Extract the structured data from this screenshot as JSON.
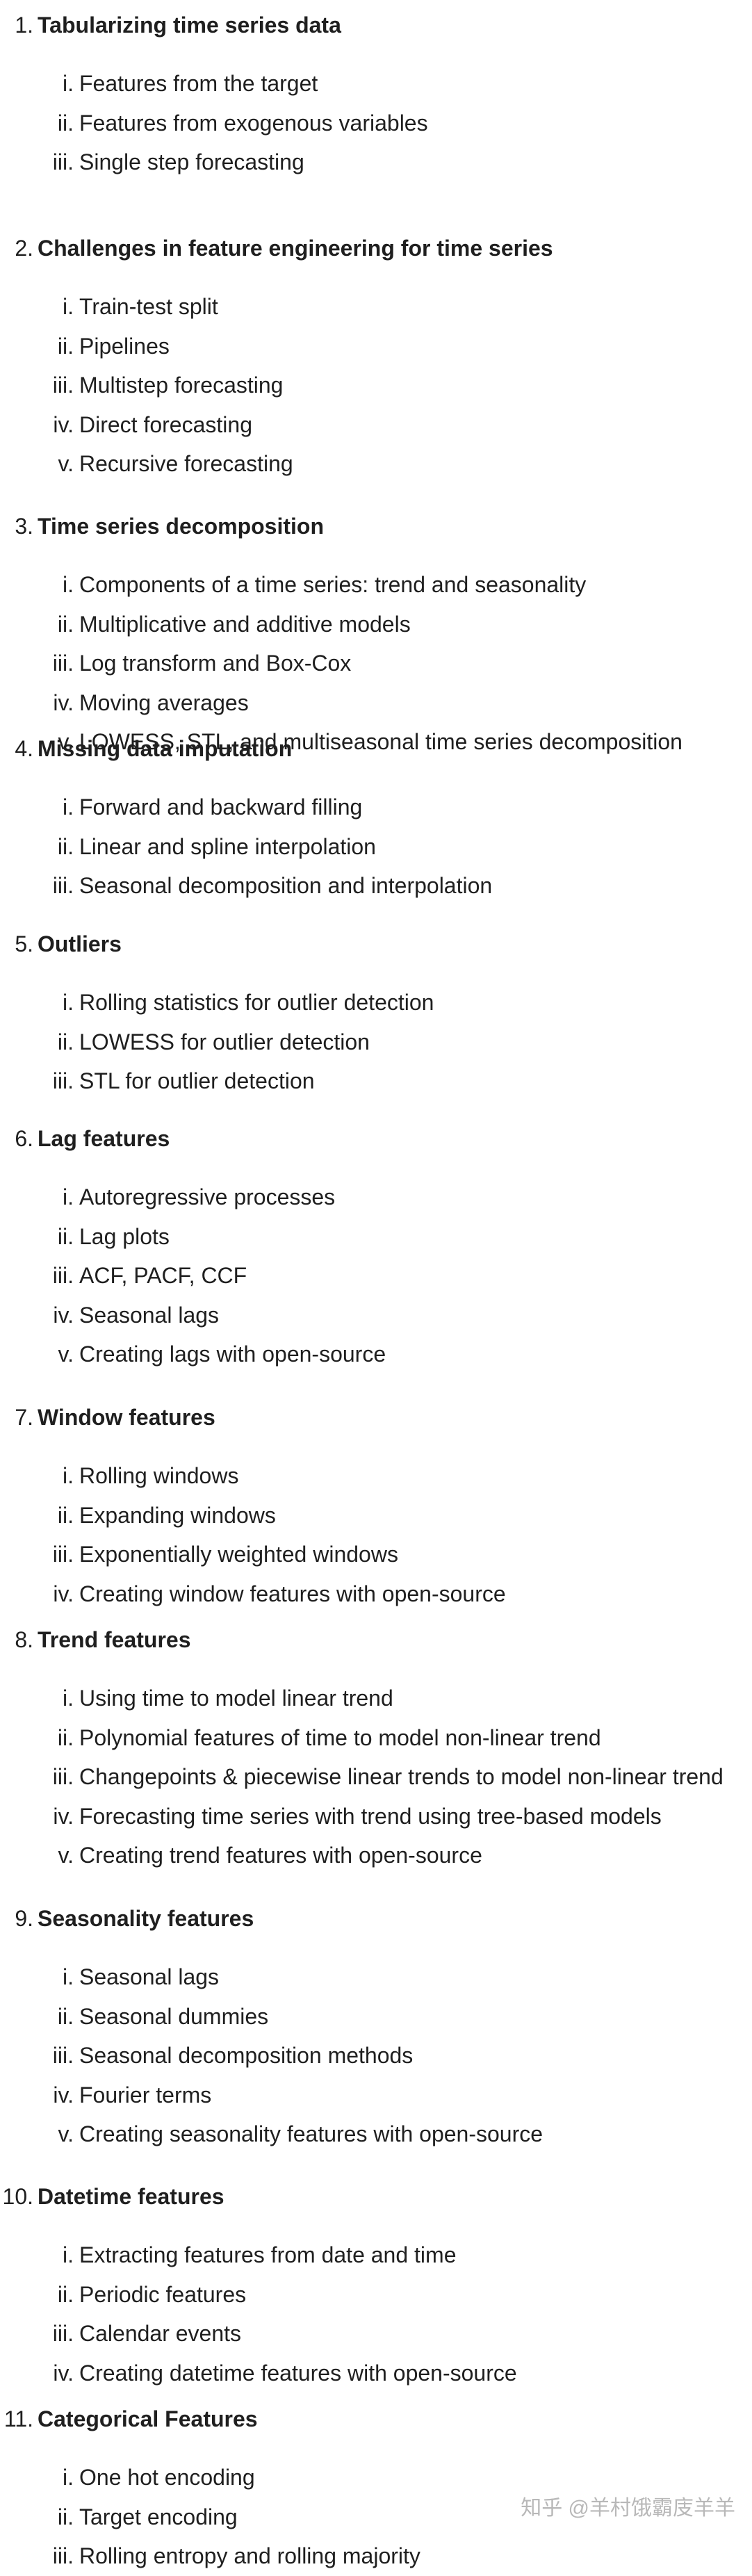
{
  "sections": [
    {
      "number": "1.",
      "title": "Tabularizing time series data",
      "items": [
        {
          "number": "i.",
          "text": "Features from the target"
        },
        {
          "number": "ii.",
          "text": "Features from exogenous variables"
        },
        {
          "number": "iii.",
          "text": "Single step forecasting"
        }
      ]
    },
    {
      "number": "2.",
      "title": "Challenges in feature engineering for time series",
      "items": [
        {
          "number": "i.",
          "text": "Train-test split"
        },
        {
          "number": "ii.",
          "text": "Pipelines"
        },
        {
          "number": "iii.",
          "text": "Multistep forecasting"
        },
        {
          "number": "iv.",
          "text": "Direct forecasting"
        },
        {
          "number": "v.",
          "text": "Recursive forecasting"
        }
      ]
    },
    {
      "number": "3.",
      "title": "Time series decomposition",
      "items": [
        {
          "number": "i.",
          "text": "Components of a time series: trend and seasonality"
        },
        {
          "number": "ii.",
          "text": "Multiplicative and additive models"
        },
        {
          "number": "iii.",
          "text": "Log transform and Box-Cox"
        },
        {
          "number": "iv.",
          "text": "Moving averages"
        },
        {
          "number": "v.",
          "text": "LOWESS, STL, and multiseasonal time series decomposition"
        }
      ]
    },
    {
      "number": "4.",
      "title": "Missing data imputation",
      "items": [
        {
          "number": "i.",
          "text": "Forward and backward filling"
        },
        {
          "number": "ii.",
          "text": "Linear and spline interpolation"
        },
        {
          "number": "iii.",
          "text": "Seasonal decomposition and interpolation"
        }
      ]
    },
    {
      "number": "5.",
      "title": "Outliers",
      "items": [
        {
          "number": "i.",
          "text": "Rolling statistics for outlier detection"
        },
        {
          "number": "ii.",
          "text": "LOWESS for outlier detection"
        },
        {
          "number": "iii.",
          "text": "STL for outlier detection"
        }
      ]
    },
    {
      "number": "6.",
      "title": "Lag features",
      "items": [
        {
          "number": "i.",
          "text": "Autoregressive processes"
        },
        {
          "number": "ii.",
          "text": "Lag plots"
        },
        {
          "number": "iii.",
          "text": "ACF, PACF, CCF"
        },
        {
          "number": "iv.",
          "text": "Seasonal lags"
        },
        {
          "number": "v.",
          "text": "Creating lags with open-source"
        }
      ]
    },
    {
      "number": "7.",
      "title": "Window features",
      "items": [
        {
          "number": "i.",
          "text": "Rolling windows"
        },
        {
          "number": "ii.",
          "text": "Expanding windows"
        },
        {
          "number": "iii.",
          "text": "Exponentially weighted windows"
        },
        {
          "number": "iv.",
          "text": "Creating window features with open-source"
        }
      ]
    },
    {
      "number": "8.",
      "title": "Trend features",
      "items": [
        {
          "number": "i.",
          "text": "Using time to model linear trend"
        },
        {
          "number": "ii.",
          "text": "Polynomial features of time to model non-linear trend"
        },
        {
          "number": "iii.",
          "text": "Changepoints & piecewise linear trends to model non-linear trend"
        },
        {
          "number": "iv.",
          "text": "Forecasting time series with trend using tree-based models"
        },
        {
          "number": "v.",
          "text": "Creating trend features with open-source"
        }
      ]
    },
    {
      "number": "9.",
      "title": "Seasonality features",
      "items": [
        {
          "number": "i.",
          "text": "Seasonal lags"
        },
        {
          "number": "ii.",
          "text": "Seasonal dummies"
        },
        {
          "number": "iii.",
          "text": "Seasonal decomposition methods"
        },
        {
          "number": "iv.",
          "text": "Fourier terms"
        },
        {
          "number": "v.",
          "text": "Creating seasonality features with open-source"
        }
      ]
    },
    {
      "number": "10.",
      "title": "Datetime features",
      "items": [
        {
          "number": "i.",
          "text": "Extracting features from date and time"
        },
        {
          "number": "ii.",
          "text": "Periodic features"
        },
        {
          "number": "iii.",
          "text": "Calendar events"
        },
        {
          "number": "iv.",
          "text": "Creating datetime features with open-source"
        }
      ]
    },
    {
      "number": "11.",
      "title": "Categorical Features",
      "items": [
        {
          "number": "i.",
          "text": "One hot encoding"
        },
        {
          "number": "ii.",
          "text": "Target encoding"
        },
        {
          "number": "iii.",
          "text": "Rolling entropy and rolling majority"
        }
      ]
    }
  ],
  "watermark": "知乎 @羊村饿霸庋羊羊"
}
